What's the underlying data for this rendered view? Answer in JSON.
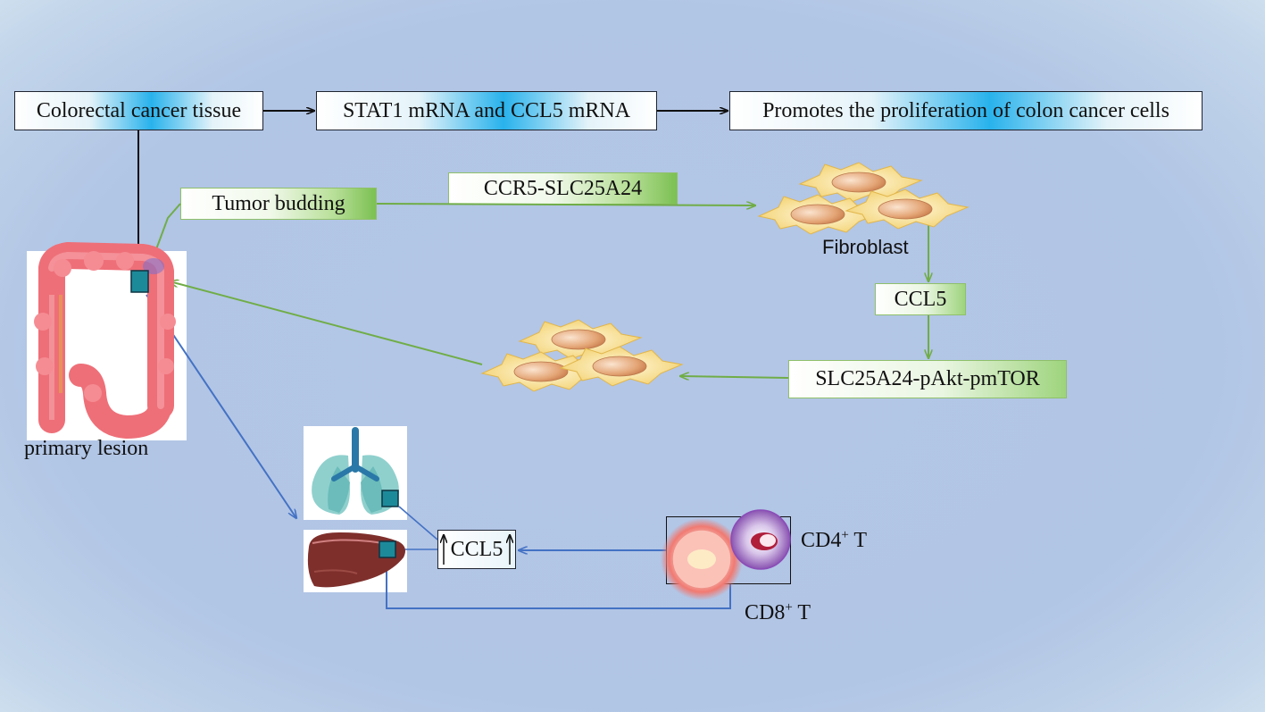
{
  "top_row": {
    "tissue": "Colorectal cancer tissue",
    "mrna": "STAT1  mRNA and CCL5 mRNA",
    "outcome": "Promotes the proliferation of colon cancer cells"
  },
  "green_pathway": {
    "budding": "Tumor budding",
    "receptor": "CCR5-SLC25A24",
    "fibroblast": "Fibroblast",
    "ccl5": "CCL5",
    "signaling": "SLC25A24-pAkt-pmTOR"
  },
  "primary": {
    "label": "primary lesion"
  },
  "metastasis": {
    "ccl5": "CCL5",
    "cd4": {
      "text": "CD4",
      "sup": "+",
      "suffix": " T"
    },
    "cd8": {
      "text": "CD8",
      "sup": "+",
      "suffix": " T"
    }
  },
  "icons": [
    "colon-icon",
    "lung-icon",
    "liver-icon",
    "fibroblast-cluster-icon",
    "tumor-cell-cluster-icon",
    "cd8-t-cell-icon",
    "cd4-t-cell-icon"
  ],
  "colors": {
    "green_arrow": "#70ad47",
    "blue_arrow": "#4472c4",
    "marker": "#1d8a9a"
  }
}
